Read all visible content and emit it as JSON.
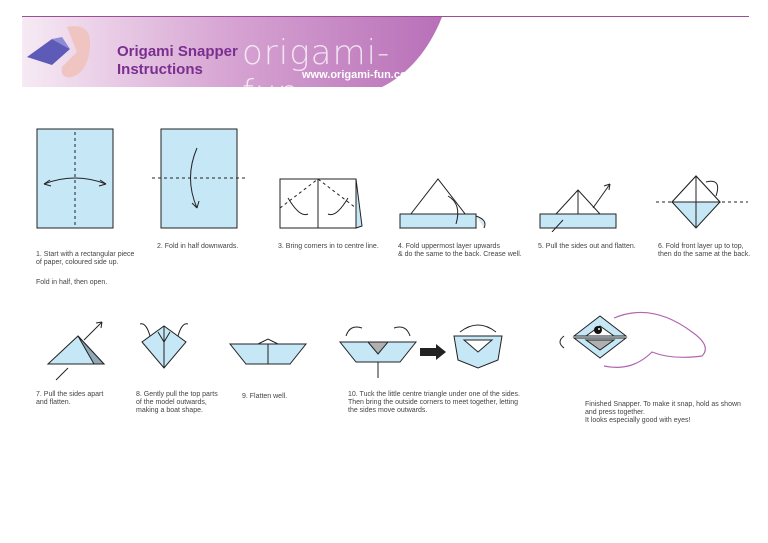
{
  "header": {
    "title_line1": "Origami Snapper",
    "title_line2": "Instructions",
    "brand": "origami-fun",
    "url": "www.origami-fun.com"
  },
  "steps": [
    {
      "caption": "1. Start with a rectangular piece\nof paper, coloured side up.",
      "sub": "Fold in half, then open."
    },
    {
      "caption": "2. Fold in half downwards."
    },
    {
      "caption": "3.  Bring corners in to centre line."
    },
    {
      "caption": "4. Fold uppermost layer upwards\n& do the same to the back. Crease well."
    },
    {
      "caption": "5. Pull the sides out and flatten."
    },
    {
      "caption": "6. Fold front layer up to top,\nthen do the same at the back."
    },
    {
      "caption": "7. Pull the sides apart\nand flatten."
    },
    {
      "caption": "8. Gently pull the top parts\nof the model outwards,\nmaking a boat shape."
    },
    {
      "caption": "9. Flatten well."
    },
    {
      "caption": "10. Tuck the little centre triangle under one of the sides.\nThen bring the outside corners to meet together, letting\nthe sides move outwards."
    }
  ],
  "finished": {
    "caption": "Finished Snapper. To make it snap, hold as shown\nand press together.\nIt looks especially good with eyes!"
  },
  "colors": {
    "paper": "#c5e7f6",
    "accent": "#9b4f96",
    "inside": "#b0b0b0"
  }
}
